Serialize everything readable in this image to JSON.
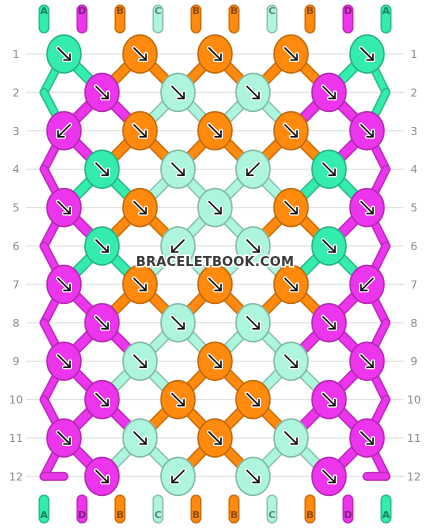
{
  "watermark": "BRACELETBOOK.COM",
  "colors": {
    "A": "#33ecad",
    "B": "#ff8a0d",
    "C": "#adf5dc",
    "D": "#ec35ec"
  },
  "strands_top": [
    "A",
    "D",
    "B",
    "C",
    "B",
    "B",
    "C",
    "B",
    "D",
    "A"
  ],
  "strands_bottom": [
    "A",
    "D",
    "B",
    "C",
    "B",
    "B",
    "C",
    "B",
    "D",
    "A"
  ],
  "row_labels": [
    "1",
    "2",
    "3",
    "4",
    "5",
    "6",
    "7",
    "8",
    "9",
    "10",
    "11",
    "12"
  ],
  "knots": [
    [
      {
        "c": "A",
        "d": "rb"
      },
      {
        "c": "B",
        "d": "rb"
      },
      {
        "c": "B",
        "d": "rb"
      },
      {
        "c": "B",
        "d": "rb"
      },
      {
        "c": "A",
        "d": "rb"
      }
    ],
    [
      {
        "c": "D",
        "d": "rb"
      },
      {
        "c": "C",
        "d": "rb"
      },
      {
        "c": "C",
        "d": "rb"
      },
      {
        "c": "D",
        "d": "rb"
      }
    ],
    [
      {
        "c": "D",
        "d": "lb"
      },
      {
        "c": "B",
        "d": "rb"
      },
      {
        "c": "B",
        "d": "rb"
      },
      {
        "c": "B",
        "d": "rb"
      },
      {
        "c": "D",
        "d": "rb"
      }
    ],
    [
      {
        "c": "A",
        "d": "rb"
      },
      {
        "c": "C",
        "d": "rb"
      },
      {
        "c": "C",
        "d": "lb"
      },
      {
        "c": "A",
        "d": "rb"
      }
    ],
    [
      {
        "c": "D",
        "d": "rb"
      },
      {
        "c": "B",
        "d": "rb"
      },
      {
        "c": "C",
        "d": "rb"
      },
      {
        "c": "B",
        "d": "rb"
      },
      {
        "c": "D",
        "d": "rb"
      }
    ],
    [
      {
        "c": "A",
        "d": "rb"
      },
      {
        "c": "C",
        "d": "lb"
      },
      {
        "c": "C",
        "d": "rb"
      },
      {
        "c": "A",
        "d": "rb"
      }
    ],
    [
      {
        "c": "D",
        "d": "rb"
      },
      {
        "c": "B",
        "d": "rb"
      },
      {
        "c": "B",
        "d": "rb"
      },
      {
        "c": "B",
        "d": "rb"
      },
      {
        "c": "D",
        "d": "lb"
      }
    ],
    [
      {
        "c": "D",
        "d": "rb"
      },
      {
        "c": "C",
        "d": "rb"
      },
      {
        "c": "C",
        "d": "rb"
      },
      {
        "c": "D",
        "d": "rb"
      }
    ],
    [
      {
        "c": "D",
        "d": "rb"
      },
      {
        "c": "C",
        "d": "rb"
      },
      {
        "c": "B",
        "d": "rb"
      },
      {
        "c": "C",
        "d": "rb"
      },
      {
        "c": "D",
        "d": "rb"
      }
    ],
    [
      {
        "c": "D",
        "d": "rb"
      },
      {
        "c": "B",
        "d": "rb"
      },
      {
        "c": "B",
        "d": "rb"
      },
      {
        "c": "D",
        "d": "rb"
      }
    ],
    [
      {
        "c": "D",
        "d": "rb"
      },
      {
        "c": "C",
        "d": "rb"
      },
      {
        "c": "B",
        "d": "rb"
      },
      {
        "c": "C",
        "d": "rb"
      },
      {
        "c": "D",
        "d": "rb"
      }
    ],
    [
      {
        "c": "D",
        "d": "rb"
      },
      {
        "c": "C",
        "d": "lb"
      },
      {
        "c": "C",
        "d": "rb"
      },
      {
        "c": "D",
        "d": "rb"
      }
    ]
  ]
}
